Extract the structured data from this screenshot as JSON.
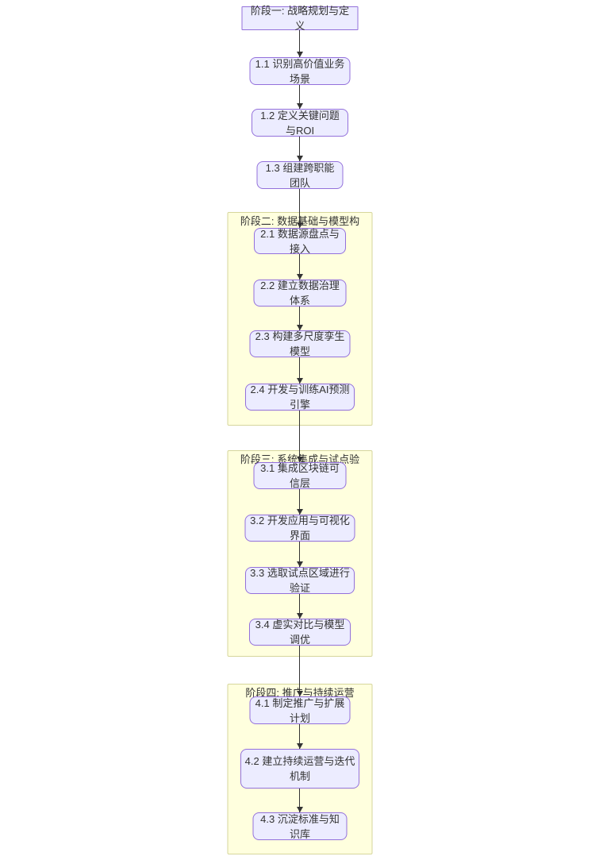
{
  "diagram": {
    "type": "flowchart-top-down",
    "colors": {
      "node_fill": "#ECECFF",
      "node_border": "#9370DB",
      "phase_container_fill": "#FFFFDE",
      "phase_container_border": "#D6D69C",
      "edge": "#333333",
      "text": "#333333"
    },
    "nodes": {
      "phase1_title": "阶段一: 战略规划与定义",
      "step_1_1": "1.1 识别高价值业务场景",
      "step_1_2": "1.2 定义关键问题与ROI",
      "step_1_3": "1.3 组建跨职能团队",
      "phase2_title": "阶段二: 数据基础与模型构",
      "step_2_1": "2.1 数据源盘点与接入",
      "step_2_2": "2.2 建立数据治理体系",
      "step_2_3": "2.3 构建多尺度孪生模型",
      "step_2_4": "2.4 开发与训练AI预测引擎",
      "phase3_title": "阶段三: 系统集成与试点验",
      "step_3_1": "3.1 集成区块链可信层",
      "step_3_2": "3.2 开发应用与可视化界面",
      "step_3_3": "3.3 选取试点区域进行验证",
      "step_3_4": "3.4 虚实对比与模型调优",
      "phase4_title": "阶段四: 推广与持续运营",
      "step_4_1": "4.1 制定推广与扩展计划",
      "step_4_2": "4.2 建立持续运营与迭代机制",
      "step_4_3": "4.3 沉淀标准与知识库"
    }
  }
}
